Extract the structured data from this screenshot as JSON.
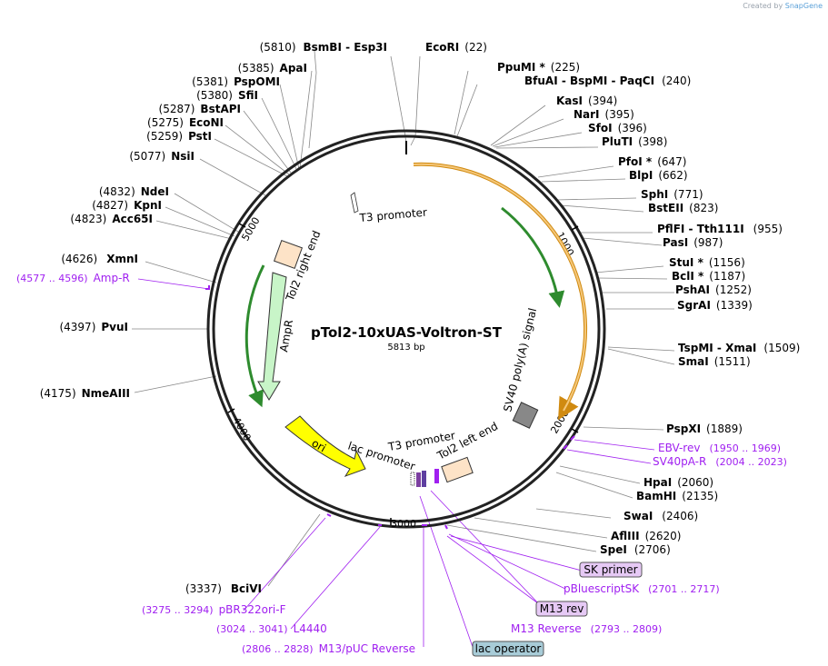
{
  "credit": {
    "prefix": "Created by",
    "brand": "SnapGene"
  },
  "plasmid": {
    "name": "pTol2-10xUAS-Voltron-ST",
    "length_label": "5813 bp"
  },
  "colors": {
    "feature_orange": "#f5c77a",
    "feature_green": "#c8f5c8",
    "ori": "#ffff00",
    "primer": "#a020f0",
    "backbone": "#222222"
  },
  "ticks": [
    {
      "label": "1000",
      "pos": 1000
    },
    {
      "label": "2000",
      "pos": 2000
    },
    {
      "label": "3000",
      "pos": 3000
    },
    {
      "label": "4000",
      "pos": 4000
    },
    {
      "label": "5000",
      "pos": 5000
    }
  ],
  "feature_labels": [
    {
      "text": "T3 promoter"
    },
    {
      "text": "Tol2 right end"
    },
    {
      "text": "AmpR"
    },
    {
      "text": "SV40 poly(A) signal"
    },
    {
      "text": "ori"
    },
    {
      "text": "lac promoter"
    },
    {
      "text": "T3 promoter"
    },
    {
      "text": "Tol2 left end"
    }
  ],
  "right_sites": [
    {
      "name": "EcoRI",
      "pos": "(22)"
    },
    {
      "name": "PpuMI *",
      "pos": "(225)"
    },
    {
      "name": "BfuAI - BspMI - PaqCI",
      "pos": "(240)"
    },
    {
      "name": "KasI",
      "pos": "(394)"
    },
    {
      "name": "NarI",
      "pos": "(395)"
    },
    {
      "name": "SfoI",
      "pos": "(396)"
    },
    {
      "name": "PluTI",
      "pos": "(398)"
    },
    {
      "name": "PfoI *",
      "pos": "(647)"
    },
    {
      "name": "BlpI",
      "pos": "(662)"
    },
    {
      "name": "SphI",
      "pos": "(771)"
    },
    {
      "name": "BstEII",
      "pos": "(823)"
    },
    {
      "name": "PflFI - Tth111I",
      "pos": "(955)"
    },
    {
      "name": "PasI",
      "pos": "(987)"
    },
    {
      "name": "StuI *",
      "pos": "(1156)"
    },
    {
      "name": "BclI *",
      "pos": "(1187)"
    },
    {
      "name": "PshAI",
      "pos": "(1252)"
    },
    {
      "name": "SgrAI",
      "pos": "(1339)"
    },
    {
      "name": "TspMI - XmaI",
      "pos": "(1509)"
    },
    {
      "name": "SmaI",
      "pos": "(1511)"
    },
    {
      "name": "PspXI",
      "pos": "(1889)"
    },
    {
      "name": "HpaI",
      "pos": "(2060)"
    },
    {
      "name": "BamHI",
      "pos": "(2135)"
    },
    {
      "name": "SwaI",
      "pos": "(2406)"
    },
    {
      "name": "AflIII",
      "pos": "(2620)"
    },
    {
      "name": "SpeI",
      "pos": "(2706)"
    }
  ],
  "left_sites": [
    {
      "name": "BsmBI - Esp3I",
      "pos": "(5810)"
    },
    {
      "name": "ApaI",
      "pos": "(5385)"
    },
    {
      "name": "PspOMI",
      "pos": "(5381)"
    },
    {
      "name": "SfiI",
      "pos": "(5380)"
    },
    {
      "name": "BstAPI",
      "pos": "(5287)"
    },
    {
      "name": "EcoNI",
      "pos": "(5275)"
    },
    {
      "name": "PstI",
      "pos": "(5259)"
    },
    {
      "name": "NsiI",
      "pos": "(5077)"
    },
    {
      "name": "NdeI",
      "pos": "(4832)"
    },
    {
      "name": "KpnI",
      "pos": "(4827)"
    },
    {
      "name": "Acc65I",
      "pos": "(4823)"
    },
    {
      "name": "XmnI",
      "pos": "(4626)"
    },
    {
      "name": "PvuI",
      "pos": "(4397)"
    },
    {
      "name": "NmeAIII",
      "pos": "(4175)"
    },
    {
      "name": "BciVI",
      "pos": "(3337)"
    }
  ],
  "primers": [
    {
      "name": "EBV-rev",
      "range": "(1950 .. 1969)"
    },
    {
      "name": "SV40pA-R",
      "range": "(2004 .. 2023)"
    },
    {
      "name": "Amp-R",
      "range": "(4577 .. 4596)"
    },
    {
      "name": "pBluescriptSK",
      "range": "(2701 .. 2717)"
    },
    {
      "name": "M13 Reverse",
      "range": "(2793 .. 2809)"
    },
    {
      "name": "pBR322ori-F",
      "range": "(3275 .. 3294)"
    },
    {
      "name": "L4440",
      "range": "(3024 .. 3041)"
    },
    {
      "name": "M13/pUC Reverse",
      "range": "(2806 .. 2828)"
    }
  ],
  "boxed_labels": [
    {
      "text": "SK primer"
    },
    {
      "text": "M13 rev"
    },
    {
      "text": "lac operator"
    }
  ]
}
